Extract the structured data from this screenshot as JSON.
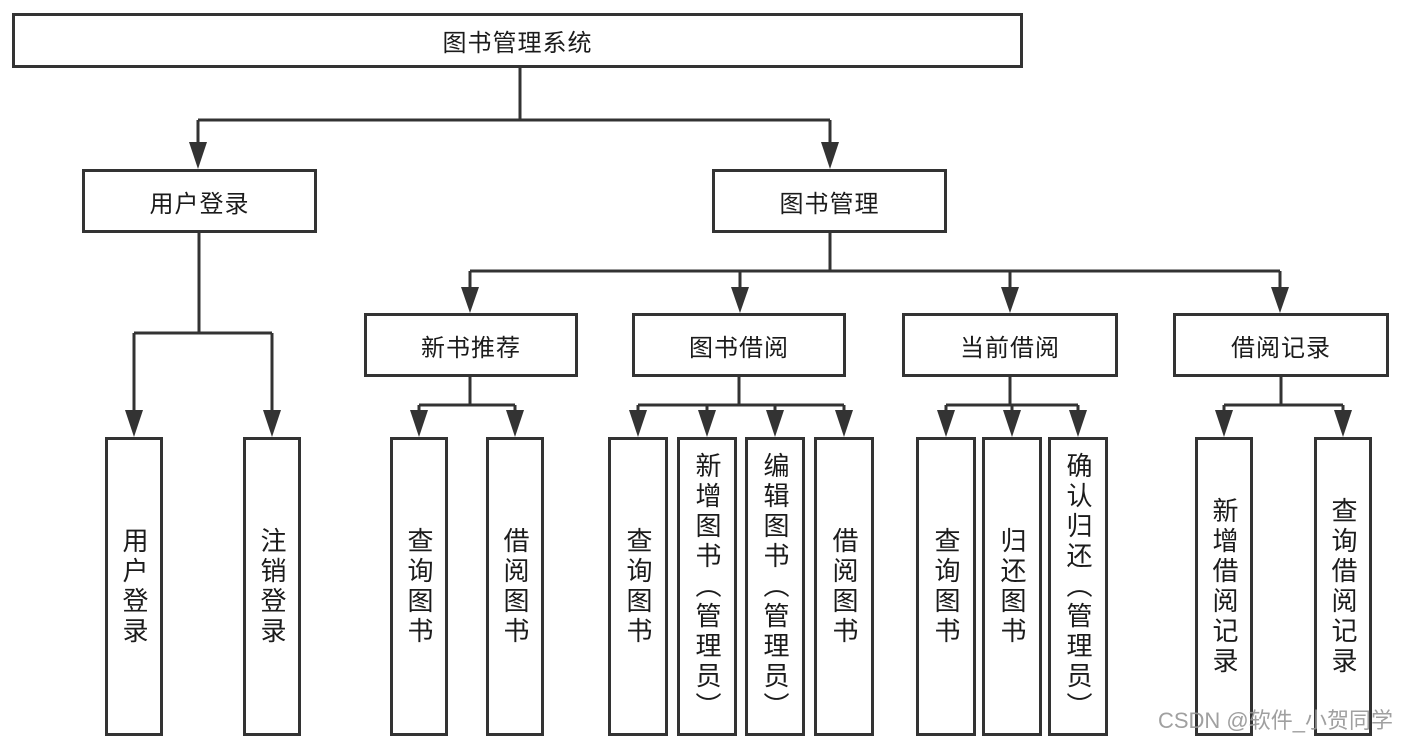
{
  "colors": {
    "line": "#333333",
    "border": "#333333",
    "text": "#1b1b1b",
    "background": "#ffffff",
    "watermark": "#969696"
  },
  "watermark": "CSDN @软件_小贺同学",
  "tree": {
    "root": {
      "label": "图书管理系统"
    },
    "branches": [
      {
        "label": "用户登录",
        "children": [
          {
            "label": "用户登录"
          },
          {
            "label": "注销登录"
          }
        ]
      },
      {
        "label": "图书管理",
        "children": [
          {
            "label": "新书推荐",
            "children": [
              {
                "label": "查询图书"
              },
              {
                "label": "借阅图书"
              }
            ]
          },
          {
            "label": "图书借阅",
            "children": [
              {
                "label": "查询图书"
              },
              {
                "label": "新增图书（管理员）"
              },
              {
                "label": "编辑图书（管理员）"
              },
              {
                "label": "借阅图书"
              }
            ]
          },
          {
            "label": "当前借阅",
            "children": [
              {
                "label": "查询图书"
              },
              {
                "label": "归还图书"
              },
              {
                "label": "确认归还（管理员）"
              }
            ]
          },
          {
            "label": "借阅记录",
            "children": [
              {
                "label": "新增借阅记录"
              },
              {
                "label": "查询借阅记录"
              }
            ]
          }
        ]
      }
    ]
  }
}
